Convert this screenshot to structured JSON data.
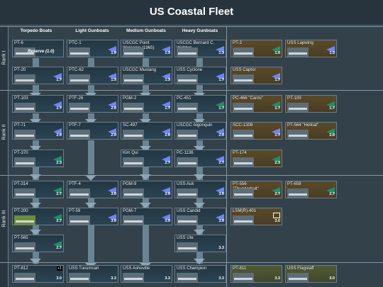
{
  "title": "US Coastal Fleet",
  "columns": [
    "Torpedo Boats",
    "Light Gunboats",
    "Medium Gunboats",
    "Heavy Gunboats"
  ],
  "ranks": [
    "Rank I",
    "Rank II",
    "Rank III"
  ],
  "cards": {
    "r1": {
      "pt6": {
        "name": "PT-6",
        "reserve": "Reserve (1.0)"
      },
      "ptc1": {
        "name": "PTC-1",
        "br": "1.0"
      },
      "point_welcome": {
        "name": "USCGC Point\nWelcome (1965)",
        "br": "1.3"
      },
      "bernard": {
        "name": "USCGC Bernard C.\nWebber",
        "br": "1.3"
      },
      "pt3": {
        "name": "PT-3",
        "br": "1.0"
      },
      "lapwing": {
        "name": "USS Lapwing",
        "br": "1.3"
      },
      "pt20": {
        "name": "PT-20",
        "br": "1.7"
      },
      "ptc62": {
        "name": "PTC-62",
        "br": "1.3"
      },
      "mustang": {
        "name": "USCGC Mustang",
        "br": "1.3"
      },
      "cyclone": {
        "name": "USS Cyclone",
        "br": "1.7"
      },
      "captor": {
        "name": "USS Captor",
        "br": "1.7"
      }
    },
    "r2": {
      "pt103": {
        "name": "PT-103",
        "br": "1.7"
      },
      "ptf26": {
        "name": "PTF-26",
        "br": "2.0"
      },
      "pgm2": {
        "name": "PGM-2",
        "br": "1.7"
      },
      "pc451": {
        "name": "PC-451",
        "br": "1.7"
      },
      "pc466": {
        "name": "PC-466 \"Carmi\"",
        "br": "1.7"
      },
      "pt109": {
        "name": "PT-109",
        "br": "1.7"
      },
      "pt71": {
        "name": "PT-71",
        "br": "2.0"
      },
      "ptf7": {
        "name": "PTF-7",
        "br": "2.0"
      },
      "sc497": {
        "name": "SC-497",
        "br": "2.0"
      },
      "algonquin": {
        "name": "USCGC Algonquin",
        "br": "2.0"
      },
      "scc1308": {
        "name": "SCC-1308",
        "br": "1.7"
      },
      "pt564": {
        "name": "PT-564 \"Hellcat\"",
        "br": "2.0"
      },
      "pt370": {
        "name": "PT-370",
        "br": "2.3"
      },
      "kim_qui": {
        "name": "Kim Qui",
        "br": "2.7"
      },
      "pc1136": {
        "name": "PC-1136",
        "br": "2.7"
      },
      "pt174": {
        "name": "PT-174",
        "br": "2.3"
      }
    },
    "r3": {
      "pt314": {
        "name": "PT-314",
        "br": "2.7"
      },
      "ptf4": {
        "name": "PTF-4",
        "br": "3.0"
      },
      "pgm9": {
        "name": "PGM-9",
        "br": "3.0"
      },
      "auk": {
        "name": "USS Auk",
        "br": "3.0"
      },
      "pt556": {
        "name": "PT-556\n\"Thunderbolt\"",
        "br": "2.7"
      },
      "pt658": {
        "name": "PT-658",
        "br": "2.7"
      },
      "pt200": {
        "name": "PT-200",
        "br": "2.7"
      },
      "pt59": {
        "name": "PT-59",
        "br": "3.0"
      },
      "pgm7": {
        "name": "PGM-7",
        "br": "3.0"
      },
      "candid": {
        "name": "USS Candid",
        "br": "3.0"
      },
      "lsmr": {
        "name": "LSM(R)-401",
        "br": "3.0"
      },
      "pt565": {
        "name": "PT-565",
        "br": "2.7"
      },
      "ute": {
        "name": "USS Ute",
        "br": "3.3"
      }
    },
    "r4": {
      "pt812": {
        "name": "PT-812",
        "br": "3.0",
        "badge": "+1"
      },
      "tucumcari": {
        "name": "USS Tucumcari",
        "br": "3.3"
      },
      "asheville": {
        "name": "USS Asheville",
        "br": "3.3"
      },
      "champion": {
        "name": "USS Champion",
        "br": "3.3"
      },
      "pt811": {
        "name": "PT-811",
        "br": "3.3"
      },
      "flagstaff": {
        "name": "USS Flagstaff",
        "br": "3.0"
      }
    }
  }
}
